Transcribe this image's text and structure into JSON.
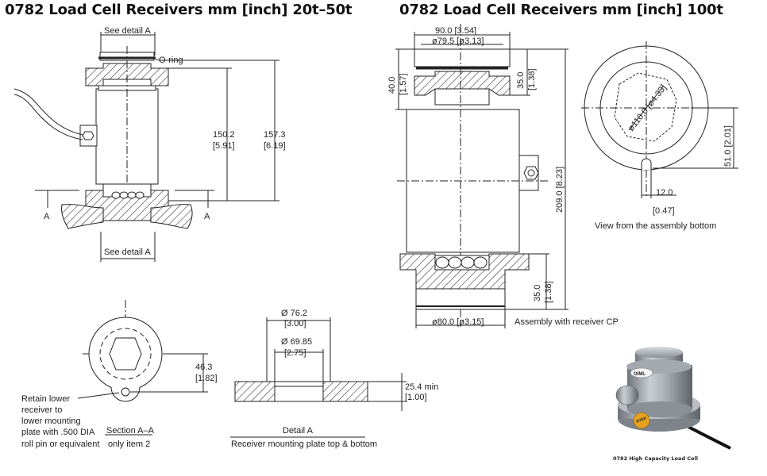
{
  "titles": {
    "left": "0782 Load Cell Receivers mm [inch] 20t–50t",
    "right": "0782 Load Cell Receivers mm [inch] 100t"
  },
  "left_view": {
    "see_detail_top": "See detail A",
    "see_detail_bottom": "See detail A",
    "oring": "O-ring",
    "dim_150": "150.2",
    "dim_150_in": "[5.91]",
    "dim_157": "157.3",
    "dim_157_in": "[6.19]",
    "section_left": "A",
    "section_right": "A"
  },
  "section_view": {
    "dim_46": "46.3",
    "dim_46_in": "[1.82]",
    "note_lines": [
      "Retain lower",
      "receiver to",
      "lower mounting",
      "plate with .500 DIA",
      "roll pin or equivalent"
    ],
    "caption_1": "Section A–A",
    "caption_2": "only item 2"
  },
  "detail_view": {
    "dia_outer": "Ø 76.2",
    "dia_outer_in": "[3.00]",
    "dia_inner": "Ø 69.85",
    "dia_inner_in": "[2.75]",
    "dim_25": "25.4 min",
    "dim_25_in": "[1.00]",
    "caption_1": "Detail A",
    "caption_2": "Receiver mounting plate top & bottom"
  },
  "right_view": {
    "dim_90": "90.0 [3.54]",
    "dim_79": "ø79.5 [ø3.13]",
    "dim_40": "40.0",
    "dim_40_in": "[1.57]",
    "dim_35_top": "35.0",
    "dim_35_top_in": "[1.38]",
    "dim_209": "209.0 [8.23]",
    "dim_35_bot": "35.0",
    "dim_35_bot_in": "[1.38]",
    "dim_80": "ø80.0 [ø3.15]",
    "caption_assembly": "Assembly with receiver CP"
  },
  "bottom_view": {
    "dim_110": "ø110.0 [ø4.33]",
    "dim_51": "51.0 [2.01]",
    "dim_12": "12.0",
    "dim_12_in": "[0.47]",
    "caption": "View from the assembly bottom"
  },
  "photo": {
    "caption": "0782 High Capacity Load Cell",
    "badge_top": "OIML",
    "badge_side": "NTEP"
  },
  "colors": {
    "line": "#222222",
    "hatch": "#444444",
    "photo_body": "#9aa0a6"
  }
}
